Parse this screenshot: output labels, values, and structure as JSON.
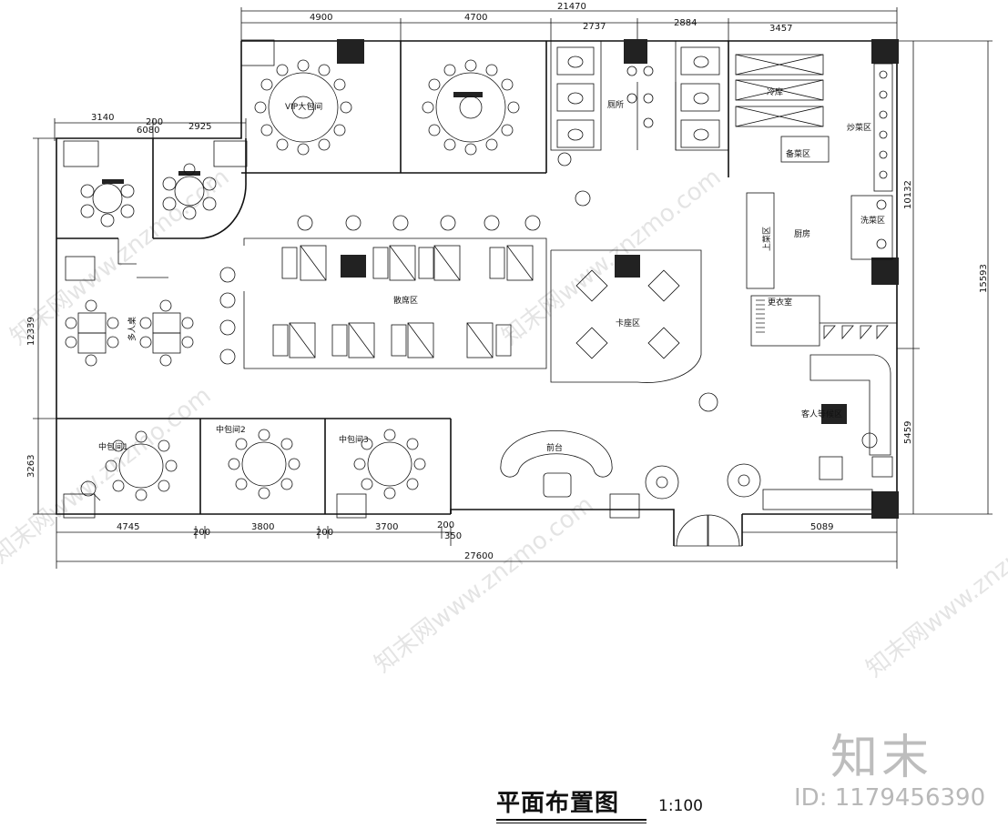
{
  "drawing": {
    "title": "平面布置图",
    "scale": "1:100",
    "logo": "知末",
    "id_label": "ID: 1179456390",
    "watermark": "知末网www.znzmo.com"
  },
  "dimensions": {
    "top_total": "21470",
    "top_segments": [
      "4900",
      "4700",
      "2737",
      "2884",
      "3457"
    ],
    "left_upper": [
      "3140",
      "6080",
      "200",
      "2925"
    ],
    "bottom_total": "27600",
    "bottom_segments": [
      "4745",
      "200",
      "3800",
      "200",
      "3700",
      "200",
      "350",
      "5089"
    ],
    "left_vertical": [
      "12339",
      "3263"
    ],
    "right_vertical": [
      "15593",
      "10132",
      "5459"
    ]
  },
  "rooms": {
    "vip": "VIP大包间",
    "restroom": "厕所",
    "cold_storage": "冷库",
    "stir_fry": "炒菜区",
    "prep": "备菜区",
    "wash": "洗菜区",
    "kitchen": "厨房",
    "serving": "上菜区",
    "multi_table": "多人桌",
    "open_seating": "散席区",
    "booth": "卡座区",
    "locker": "更衣室",
    "lounge": "客人等候区",
    "mid_room_1": "中包间1",
    "mid_room_2": "中包间2",
    "mid_room_3": "中包间3",
    "reception": "前台"
  }
}
